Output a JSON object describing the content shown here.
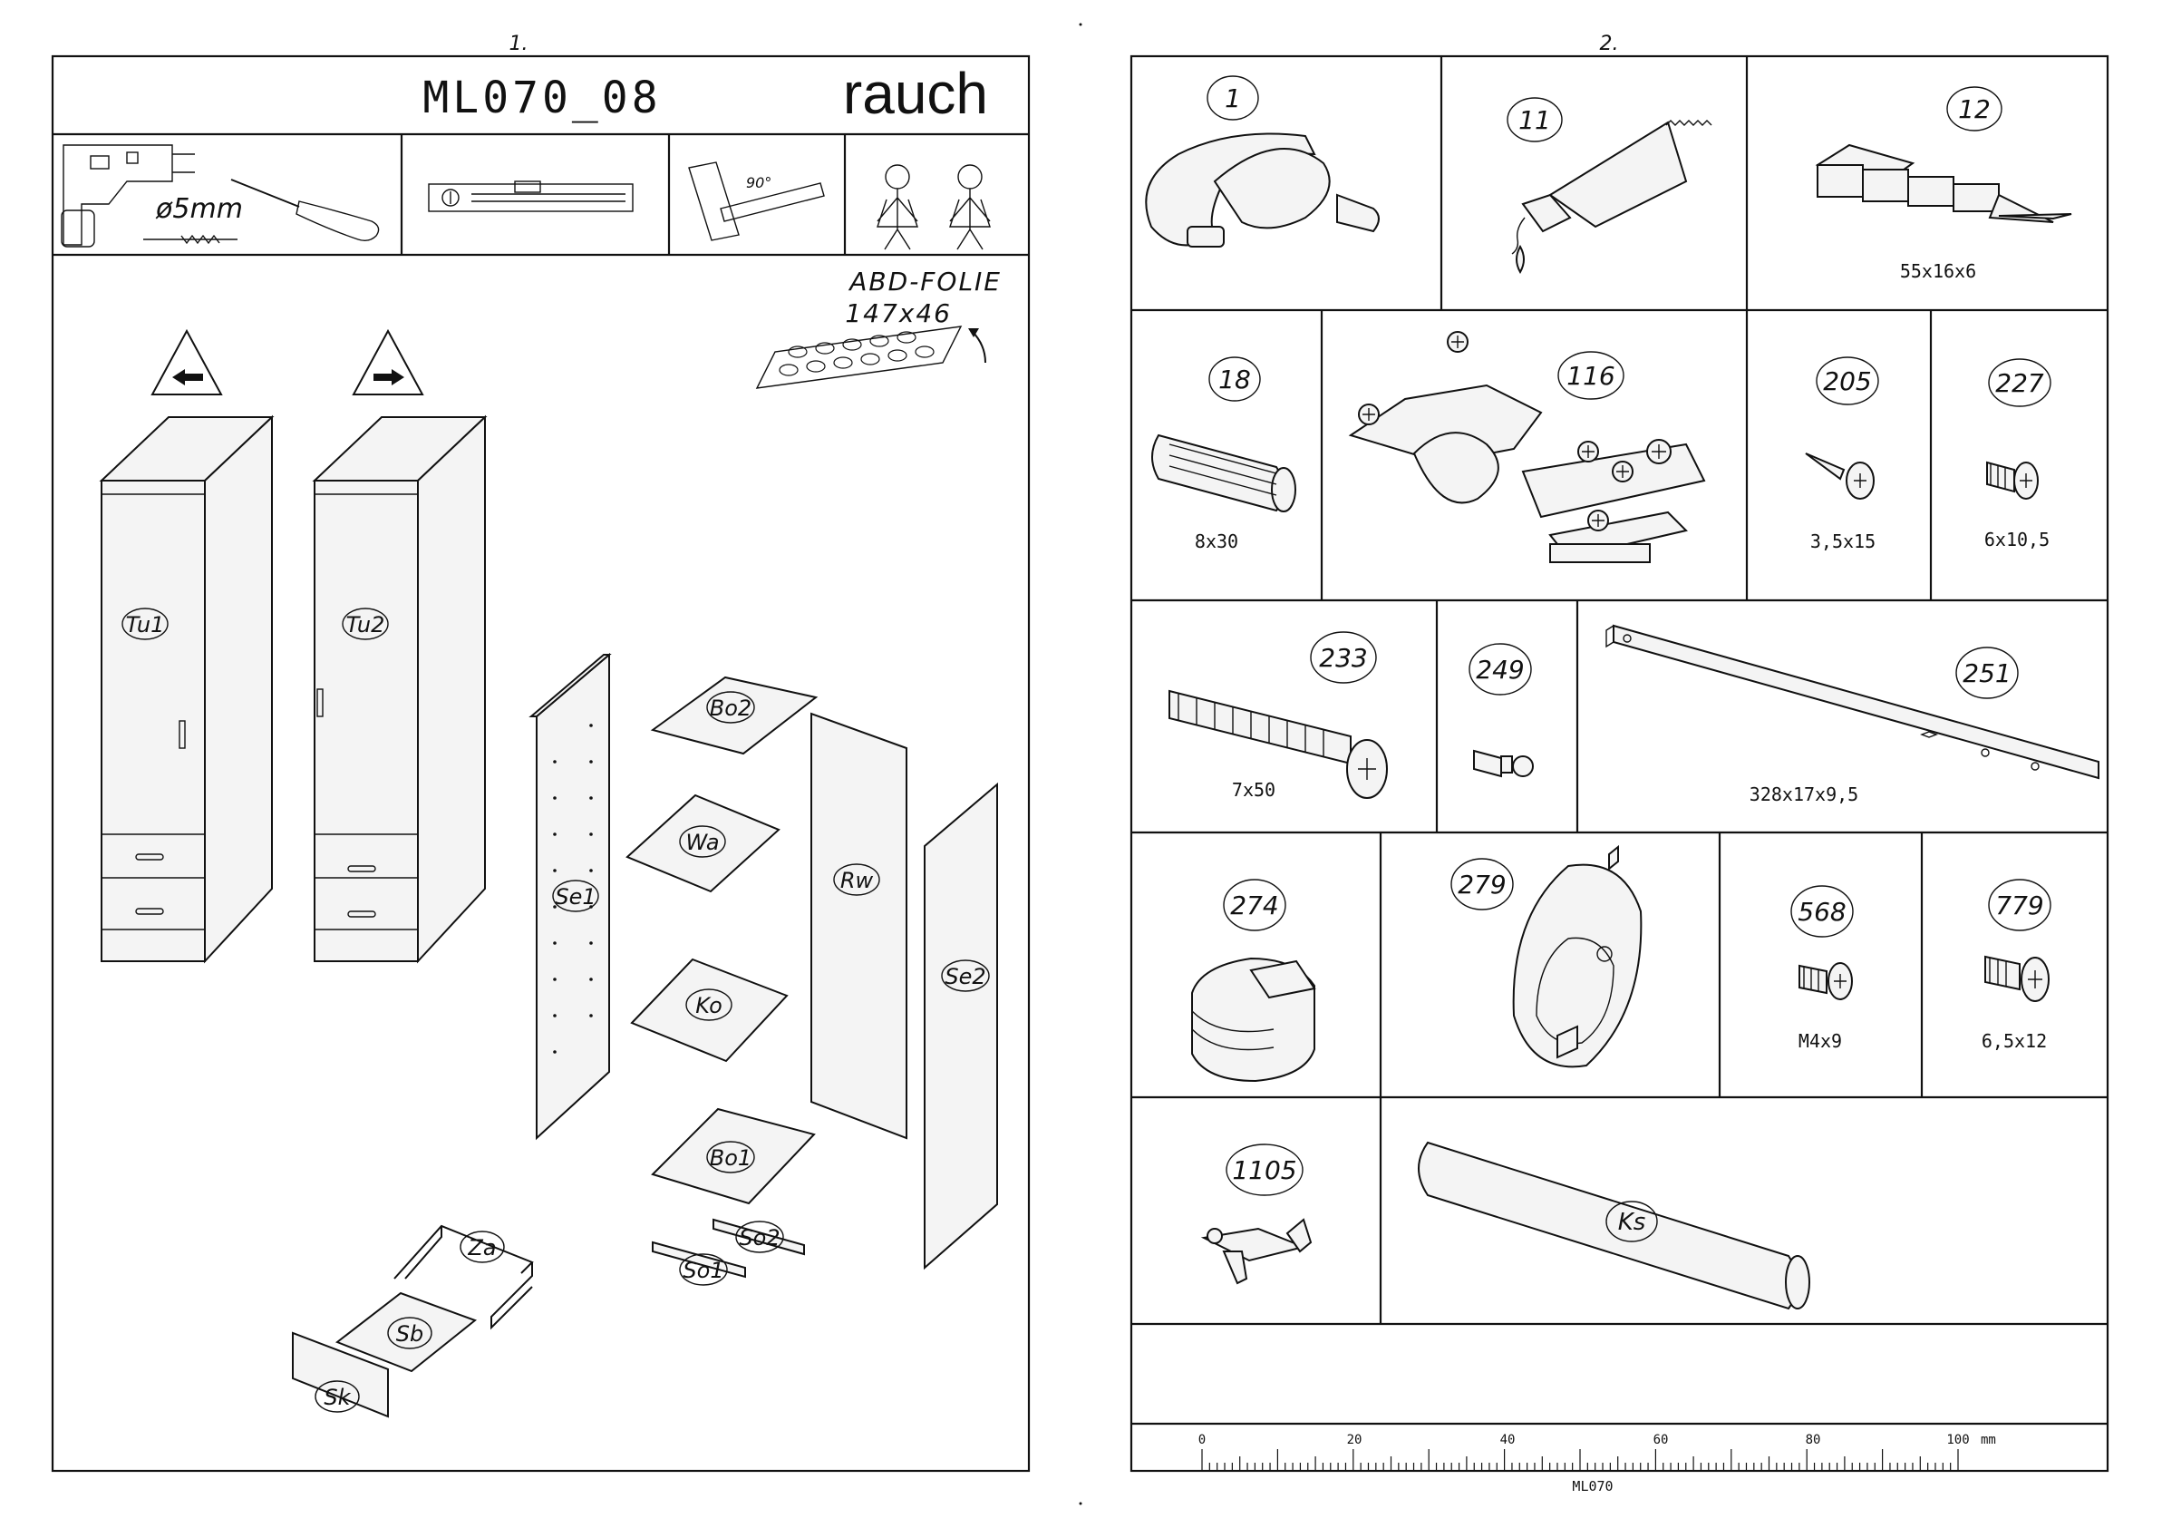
{
  "page_numbers": [
    "1.",
    "2."
  ],
  "sheet1": {
    "model_code": "ML070_08",
    "brand": "rauch",
    "drill_size": "ø5mm",
    "square_angle": "90°",
    "foil_label": "ABD-FOLIE",
    "foil_size": "147x46",
    "parts": [
      "Tu1",
      "Tu2",
      "Se1",
      "Bo2",
      "Wa",
      "Rw",
      "Ko",
      "Se2",
      "Bo1",
      "Za",
      "So2",
      "So1",
      "Sb",
      "Sk"
    ]
  },
  "sheet2": {
    "fittings": [
      {
        "num": "1",
        "size": ""
      },
      {
        "num": "11",
        "size": ""
      },
      {
        "num": "12",
        "size": "55x16x6"
      },
      {
        "num": "18",
        "size": "8x30"
      },
      {
        "num": "116",
        "size": ""
      },
      {
        "num": "205",
        "size": "3,5x15"
      },
      {
        "num": "227",
        "size": "6x10,5"
      },
      {
        "num": "233",
        "size": "7x50"
      },
      {
        "num": "249",
        "size": ""
      },
      {
        "num": "251",
        "size": "328x17x9,5"
      },
      {
        "num": "274",
        "size": ""
      },
      {
        "num": "279",
        "size": ""
      },
      {
        "num": "568",
        "size": "M4x9"
      },
      {
        "num": "779",
        "size": "6,5x12"
      },
      {
        "num": "1105",
        "size": ""
      },
      {
        "num": "Ks",
        "size": ""
      }
    ],
    "ruler": {
      "ticks": [
        "0",
        "20",
        "40",
        "60",
        "80",
        "100"
      ],
      "unit": "mm",
      "code": "ML070"
    }
  }
}
